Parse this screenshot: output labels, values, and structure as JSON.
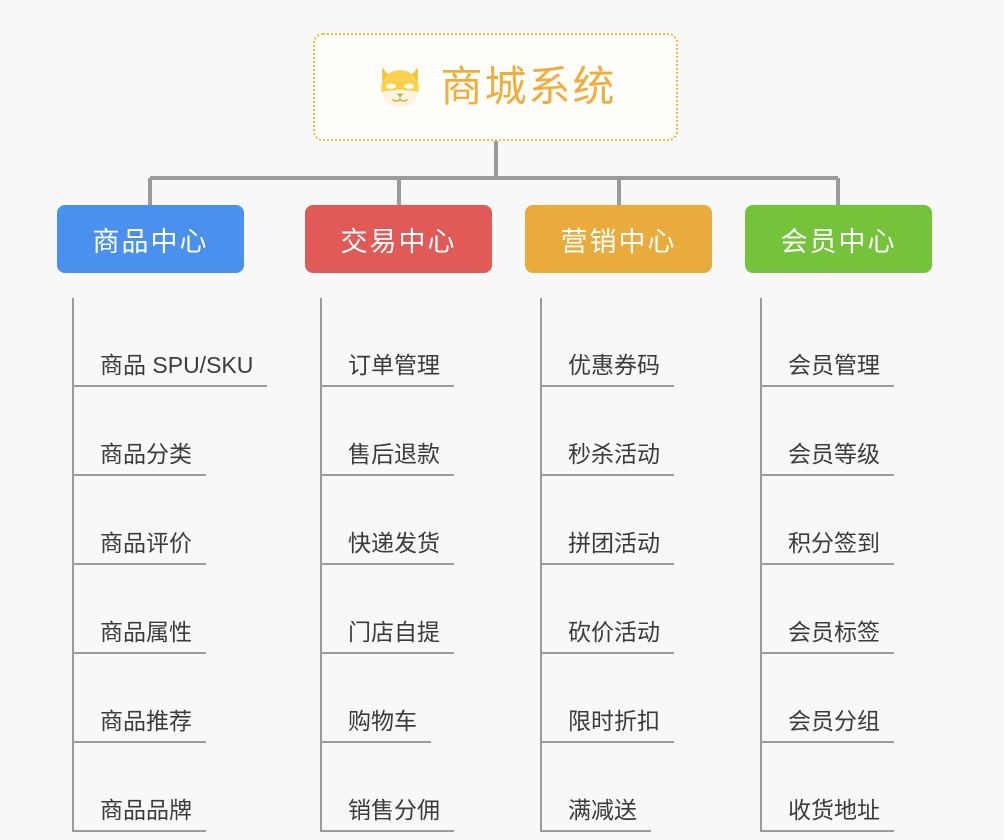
{
  "canvas": {
    "background": "#f8f8f8",
    "line_color": "#9b9b9b"
  },
  "root": {
    "title": "商城系统",
    "icon": "dog-face-icon",
    "accent": "#f0ad3e",
    "border_style": "dotted"
  },
  "branches": [
    {
      "label": "商品中心",
      "color": "#4a90ed",
      "items": [
        "商品 SPU/SKU",
        "商品分类",
        "商品评价",
        "商品属性",
        "商品推荐",
        "商品品牌"
      ]
    },
    {
      "label": "交易中心",
      "color": "#e05a58",
      "items": [
        "订单管理",
        "售后退款",
        "快递发货",
        "门店自提",
        "购物车",
        "销售分佣"
      ]
    },
    {
      "label": "营销中心",
      "color": "#e8ab3c",
      "items": [
        "优惠券码",
        "秒杀活动",
        "拼团活动",
        "砍价活动",
        "限时折扣",
        "满减送"
      ]
    },
    {
      "label": "会员中心",
      "color": "#74c33b",
      "items": [
        "会员管理",
        "会员等级",
        "积分签到",
        "会员标签",
        "会员分组",
        "收货地址"
      ]
    }
  ]
}
